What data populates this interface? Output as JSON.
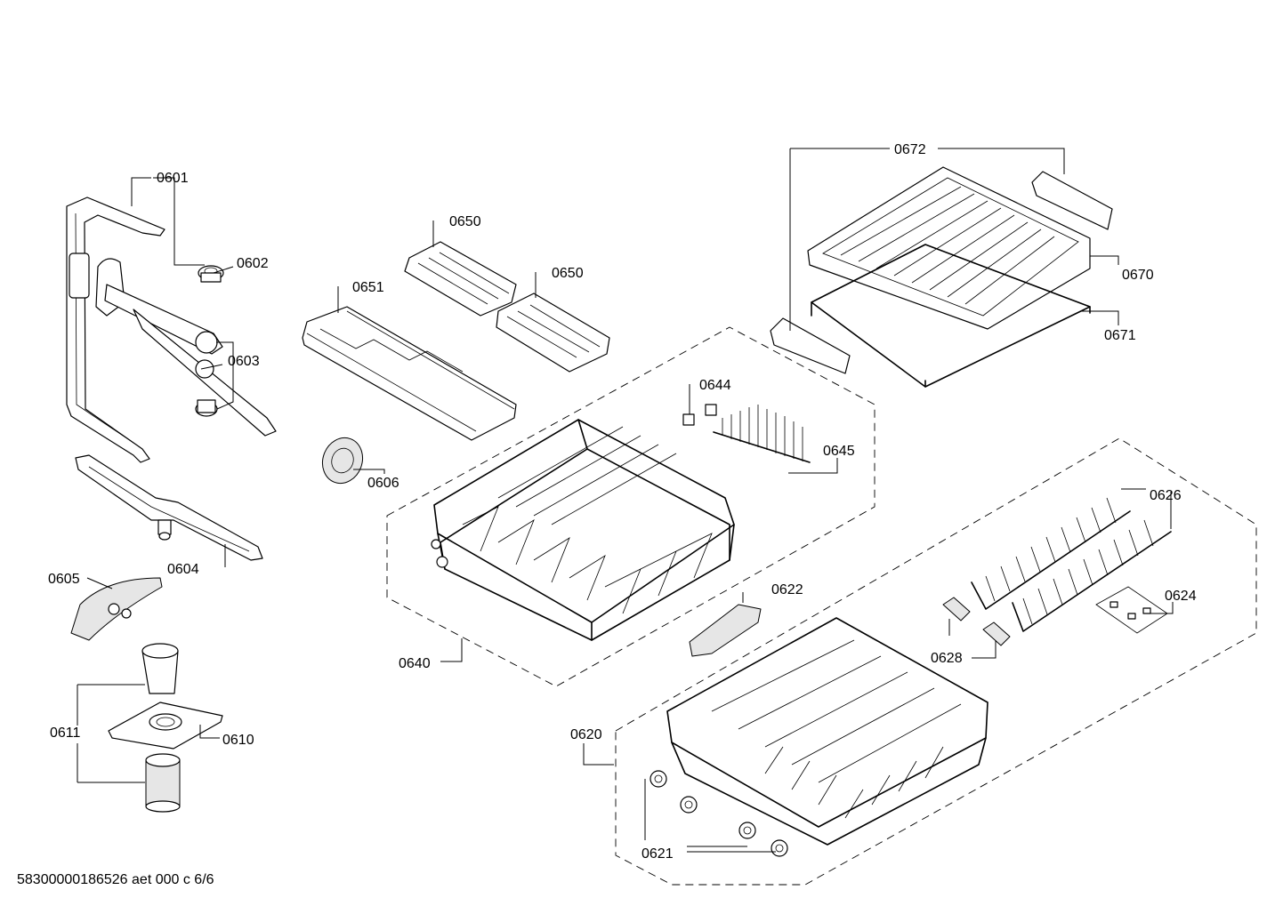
{
  "footer": {
    "doc_code": "58300000186526 aet 000 c 6/6"
  },
  "callouts": {
    "c0601": "0601",
    "c0602": "0602",
    "c0603": "0603",
    "c0604": "0604",
    "c0605": "0605",
    "c0606": "0606",
    "c0610": "0610",
    "c0611": "0611",
    "c0650a": "0650",
    "c0650b": "0650",
    "c0651": "0651",
    "c0640": "0640",
    "c0644": "0644",
    "c0645": "0645",
    "c0672": "0672",
    "c0670": "0670",
    "c0671": "0671",
    "c0626": "0626",
    "c0624": "0624",
    "c0628": "0628",
    "c0622": "0622",
    "c0620": "0620",
    "c0621": "0621"
  }
}
